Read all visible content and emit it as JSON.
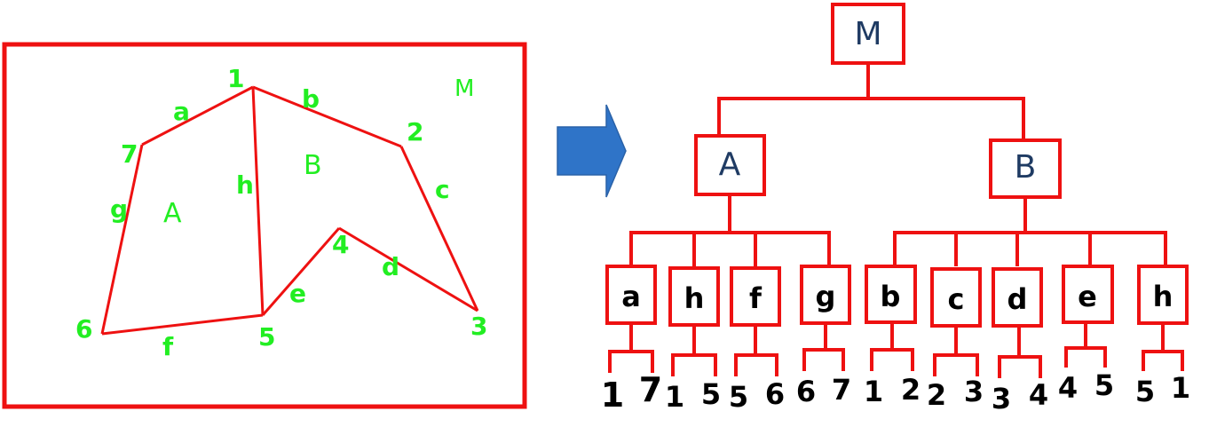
{
  "polygon_map": {
    "region_label": "M",
    "vertices": [
      "1",
      "2",
      "3",
      "4",
      "5",
      "6",
      "7"
    ],
    "edges": [
      "a",
      "b",
      "c",
      "d",
      "e",
      "f",
      "g",
      "h"
    ],
    "regions": [
      "A",
      "B"
    ]
  },
  "tree": {
    "root": "M",
    "children": [
      {
        "label": "A",
        "edges": [
          {
            "label": "a",
            "points": [
              "1",
              "7"
            ]
          },
          {
            "label": "h",
            "points": [
              "1",
              "5"
            ]
          },
          {
            "label": "f",
            "points": [
              "5",
              "6"
            ]
          },
          {
            "label": "g",
            "points": [
              "6",
              "7"
            ]
          }
        ]
      },
      {
        "label": "B",
        "edges": [
          {
            "label": "b",
            "points": [
              "1",
              "2"
            ]
          },
          {
            "label": "c",
            "points": [
              "2",
              "3"
            ]
          },
          {
            "label": "d",
            "points": [
              "3",
              "4"
            ]
          },
          {
            "label": "e",
            "points": [
              "4",
              "5"
            ]
          },
          {
            "label": "h",
            "points": [
              "5",
              "1"
            ]
          }
        ]
      }
    ]
  },
  "colors": {
    "line": "#ee1111",
    "map_label": "#22ee22",
    "arrow": "#2f74c8",
    "node_text": "#1f3b63"
  }
}
